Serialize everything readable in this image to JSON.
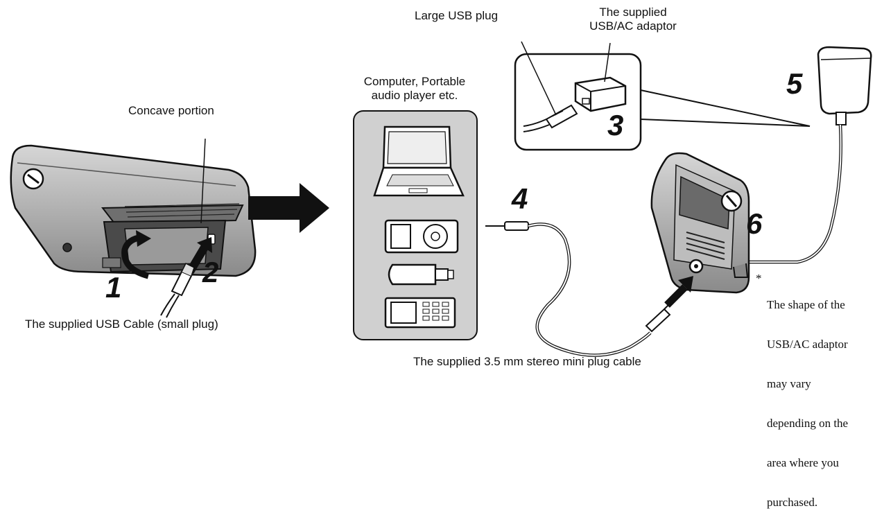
{
  "labels": {
    "large_usb_plug": "Large USB plug",
    "supplied_adaptor_line1": "The supplied",
    "supplied_adaptor_line2": "USB/AC adaptor",
    "computer_line1": "Computer, Portable",
    "computer_line2": "audio player etc.",
    "concave_portion": "Concave portion",
    "usb_cable": "The supplied USB Cable (small plug)",
    "mini_plug_cable": "The supplied 3.5 mm stereo mini plug cable"
  },
  "steps": [
    "1",
    "2",
    "3",
    "4",
    "5",
    "6"
  ],
  "footnote": {
    "marker": "*",
    "lines": [
      "The shape of the",
      "USB/AC adaptor",
      "may vary",
      "depending on the",
      "area where you",
      "purchased."
    ]
  }
}
